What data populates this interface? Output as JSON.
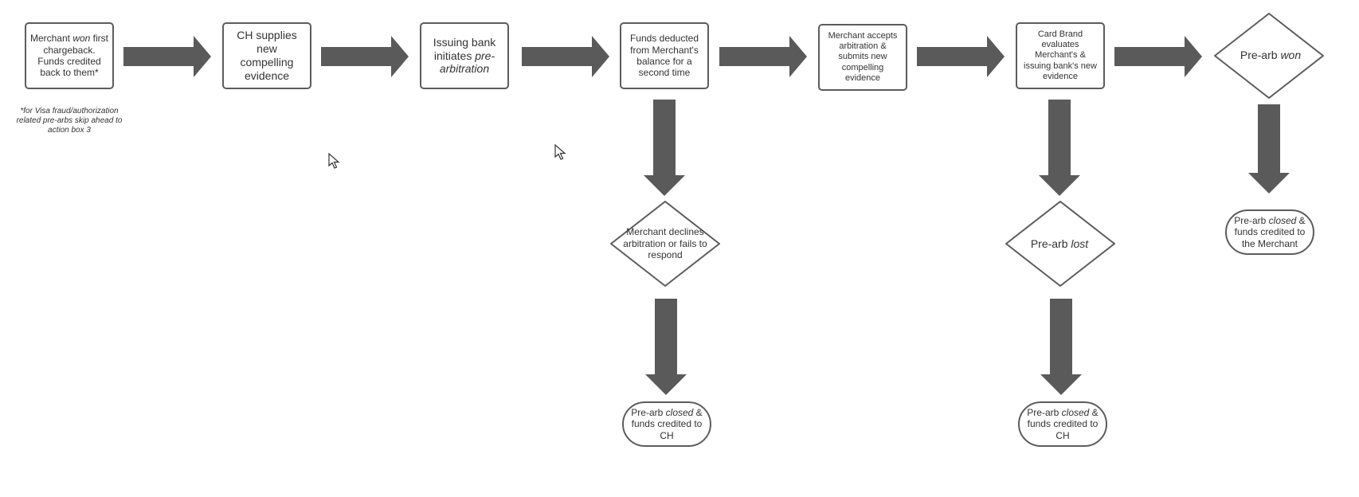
{
  "colors": {
    "arrow": "#5a5a5a",
    "border": "#5c5c5c",
    "text": "#333333"
  },
  "nodes": {
    "n1": {
      "parts": [
        {
          "t": "Merchant "
        },
        {
          "t": "won",
          "em": true
        },
        {
          "t": " first chargeback. Funds credited back to them*"
        }
      ]
    },
    "n2": {
      "parts": [
        {
          "t": "CH supplies new compelling evidence"
        }
      ]
    },
    "n3": {
      "parts": [
        {
          "t": "Issuing bank initiates "
        },
        {
          "t": "pre-arbitration",
          "em": true
        }
      ]
    },
    "n4": {
      "parts": [
        {
          "t": "Funds deducted from Merchant's balance for a second time"
        }
      ]
    },
    "n5": {
      "parts": [
        {
          "t": "Merchant accepts arbitration & submits new compelling evidence"
        }
      ]
    },
    "n6": {
      "parts": [
        {
          "t": "Card Brand evaluates Merchant's & issuing bank's new evidence"
        }
      ]
    },
    "n7": {
      "parts": [
        {
          "t": "Pre-arb "
        },
        {
          "t": "won",
          "em": true
        }
      ]
    },
    "n8": {
      "parts": [
        {
          "t": "Merchant declines arbitration or fails to respond"
        }
      ]
    },
    "n9": {
      "parts": [
        {
          "t": "Pre-arb "
        },
        {
          "t": "lost",
          "em": true
        }
      ]
    },
    "n10": {
      "parts": [
        {
          "t": "Pre-arb "
        },
        {
          "t": "closed",
          "em": true
        },
        {
          "t": " & funds credited to CH"
        }
      ]
    },
    "n11": {
      "parts": [
        {
          "t": "Pre-arb "
        },
        {
          "t": "closed",
          "em": true
        },
        {
          "t": " & funds credited to CH"
        }
      ]
    },
    "n12": {
      "parts": [
        {
          "t": "Pre-arb "
        },
        {
          "t": "closed",
          "em": true
        },
        {
          "t": " & funds credited to the Merchant"
        }
      ]
    }
  },
  "footnote": "*for Visa fraud/authorization related pre-arbs skip ahead to action box 3",
  "cursors": [
    "pointer-cursor",
    "pointer-cursor"
  ]
}
